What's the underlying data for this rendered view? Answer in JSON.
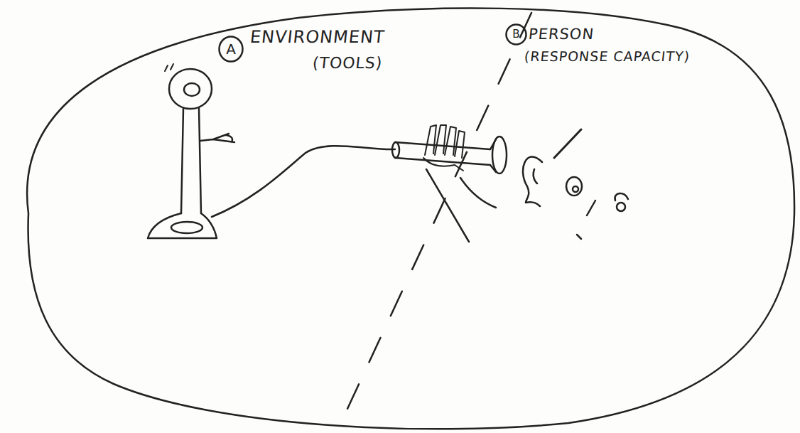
{
  "diagram": {
    "nodes": [
      {
        "text": [
          "A"
        ]
      },
      {
        "text": [
          "B"
        ]
      }
    ],
    "labels": [
      "ENVIRONMENT",
      "(TOOLS)",
      "PERSON",
      "(RESPONSE CAPACITY)"
    ]
  }
}
